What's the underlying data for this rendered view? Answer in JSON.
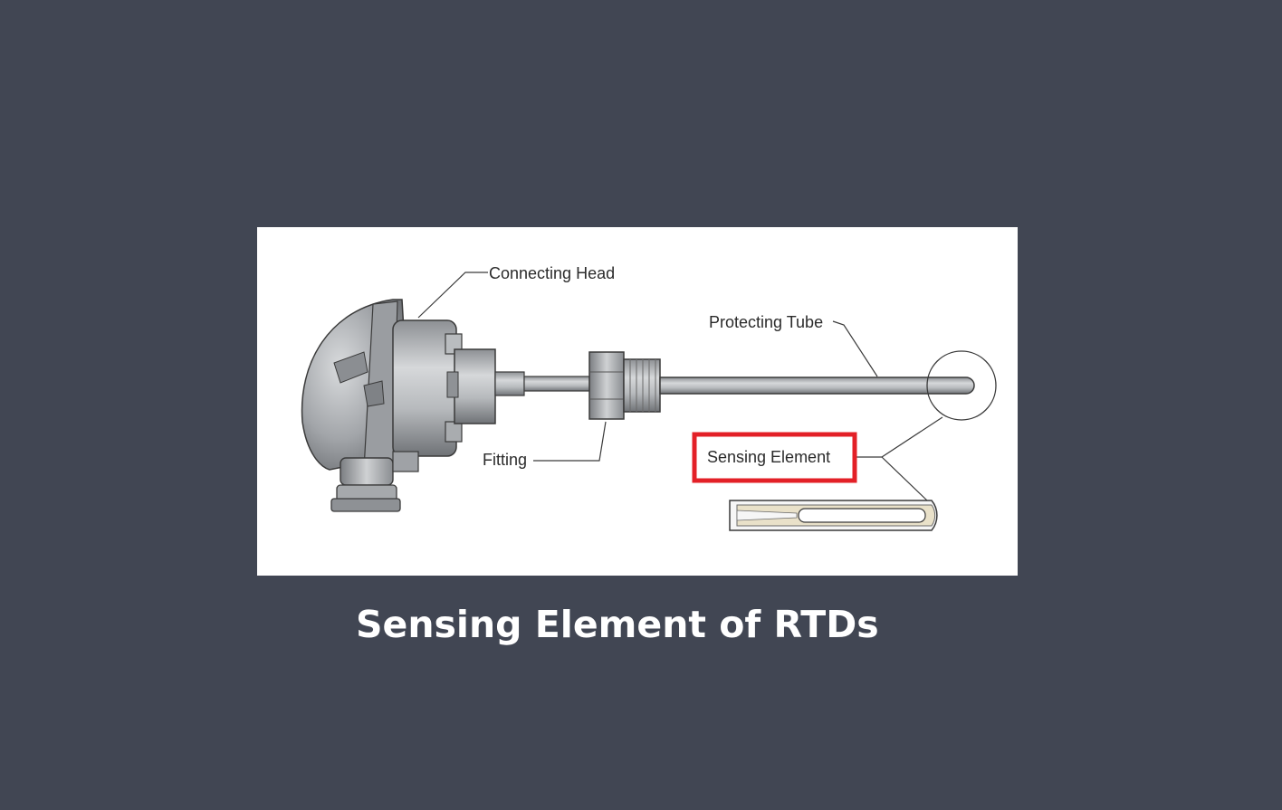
{
  "diagram": {
    "labels": {
      "connecting_head": "Connecting Head",
      "protecting_tube": "Protecting Tube",
      "fitting": "Fitting",
      "sensing_element": "Sensing Element"
    },
    "highlight_color": "#e32027"
  },
  "caption": "Sensing Element of RTDs"
}
